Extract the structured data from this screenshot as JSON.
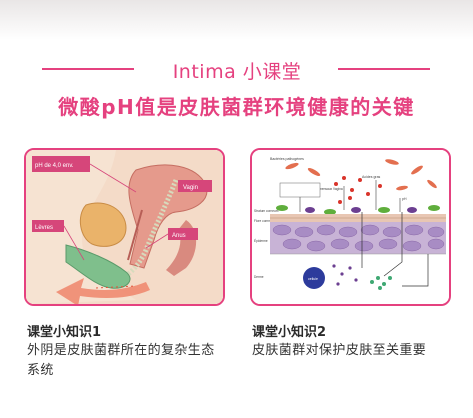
{
  "header": {
    "brand": "Intima",
    "title_suffix": "小课堂",
    "headline": "微酸pH值是皮肤菌群环境健康的关键"
  },
  "cards": [
    {
      "labels": {
        "ph": "pH de 4,0 env.",
        "vagin": "Vagin",
        "levres": "Lèvres",
        "anus": "Anus"
      },
      "title": "课堂小知识1",
      "body": "外阴是皮肤菌群所在的复杂生态系统"
    },
    {
      "labels": {
        "bacteries": "Bactéries pathogènes",
        "acides_gras": "Acides gras",
        "complement": "Complément pour les commensaux Vagina",
        "ph_label": "pH",
        "stratum": "Stratum corneum",
        "flore": "Flore commensale",
        "epiderme": "Épiderme",
        "derme": "Derme",
        "cellule": "cellule"
      },
      "title": "课堂小知识2",
      "body": "皮肤菌群对保护皮肤至关重要"
    }
  ],
  "colors": {
    "accent": "#e5417f",
    "text": "#2b2b2b"
  }
}
